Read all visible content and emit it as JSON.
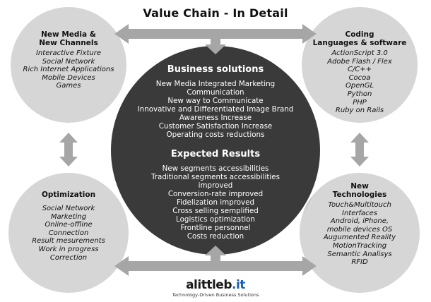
{
  "title": "Value Chain - In Detail",
  "top_left": {
    "heading": [
      "New Media &",
      "New Channels"
    ],
    "items": [
      "Interactive Fixture",
      "Social Network",
      "Rich Internet Applications",
      "Mobile Devices",
      "Games"
    ]
  },
  "top_right": {
    "heading": [
      "Coding",
      "Languages & software"
    ],
    "items": [
      "ActionScript 3.0",
      "Adobe Flash / Flex",
      "C/C++",
      "Cocoa",
      "OpenGL",
      "Python",
      "PHP",
      "Ruby on Rails"
    ]
  },
  "bottom_left": {
    "heading": [
      "Optimization"
    ],
    "items": [
      "Social Network",
      "Marketing",
      "Online-offline",
      "Connection",
      "Result mesurements",
      "Work in progress",
      "Correction"
    ]
  },
  "bottom_right": {
    "heading": [
      "New",
      "Technologies"
    ],
    "items": [
      "Touch&Multitouch",
      "Interfaces",
      "Android, iPhone,",
      "mobile devices OS",
      "Augumented Reality",
      "MotionTracking",
      "Semantic Analisys",
      "RFID"
    ]
  },
  "center": {
    "section1_heading": "Business solutions",
    "section1_items": [
      "New Media Integrated Marketing",
      "Communication",
      "New way to Communicate",
      "Innovative and Differentiated Image Brand",
      "Awareness Increase",
      "Customer Satisfaction Increase",
      "Operating costs reductions"
    ],
    "section2_heading": "Expected Results",
    "section2_items": [
      "New segments accessibilities",
      "Traditional segments accessibilities",
      "improved",
      "Conversion-rate improved",
      "Fidelization improved",
      "Cross selling semplified",
      "Logistics optimization",
      "Frontline personnel",
      "Costs reduction"
    ]
  },
  "logo": {
    "name_part1": "alittleb",
    "name_part2": ".it",
    "tagline": "Technology-Driven Business Solutions"
  },
  "colors": {
    "outer_circle": "#d6d6d6",
    "center_circle": "#3a3a3a",
    "arrow": "#a6a6a6",
    "logo_accent": "#1f5fb0"
  }
}
